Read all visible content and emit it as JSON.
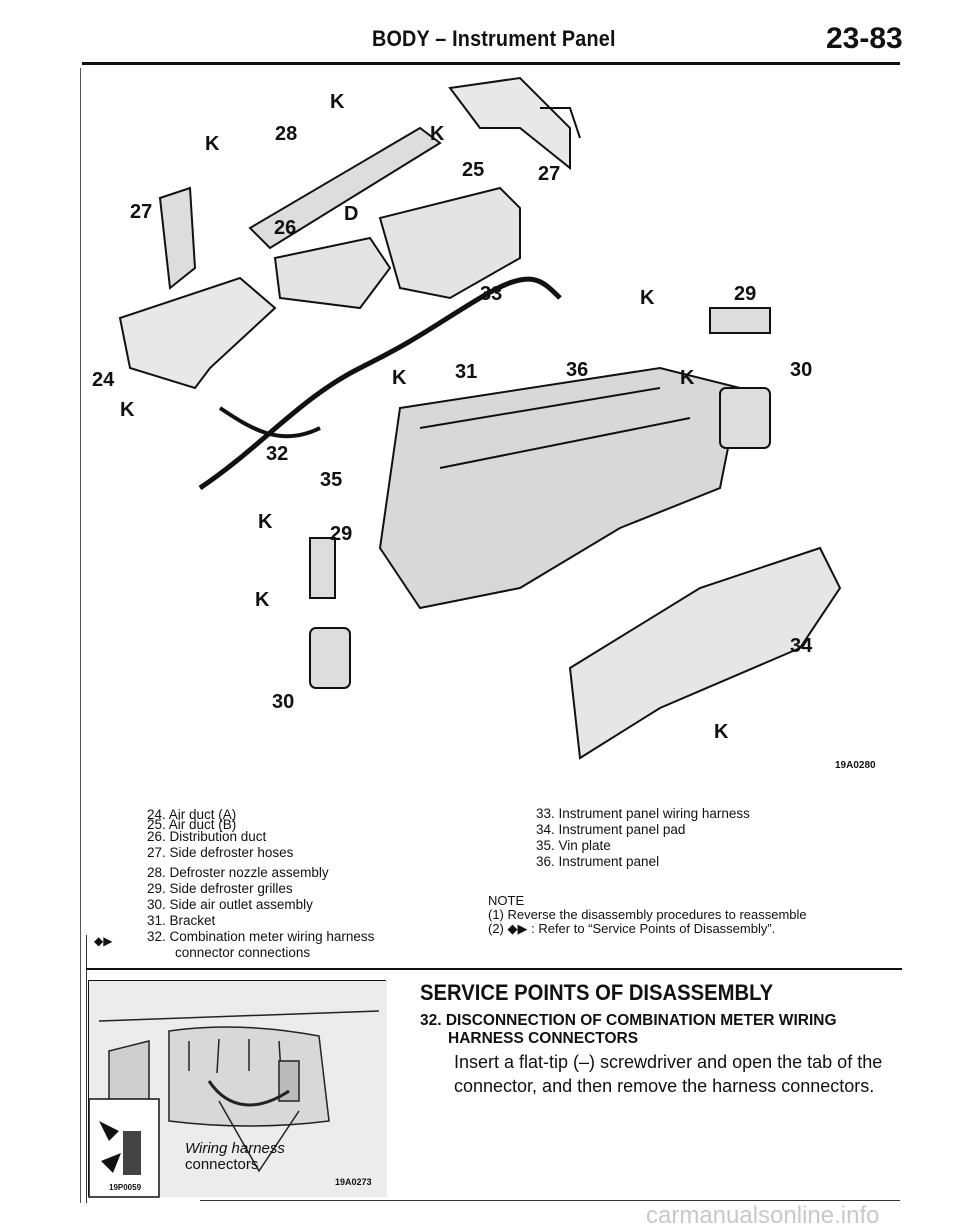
{
  "header": {
    "title": "BODY – Instrument Panel",
    "page_number": "23-83"
  },
  "diagram": {
    "id_label": "19A0280",
    "callouts": [
      {
        "num": "24"
      },
      {
        "num": "25"
      },
      {
        "num": "26"
      },
      {
        "num": "27"
      },
      {
        "num": "27"
      },
      {
        "num": "28"
      },
      {
        "num": "29"
      },
      {
        "num": "29"
      },
      {
        "num": "30"
      },
      {
        "num": "30"
      },
      {
        "num": "31"
      },
      {
        "num": "32"
      },
      {
        "num": "33"
      },
      {
        "num": "34"
      },
      {
        "num": "35"
      },
      {
        "num": "36"
      }
    ],
    "marker_k": "K",
    "marker_d": "D"
  },
  "legend_left": [
    "24. Air duct (A)",
    "25. Air duct (B)",
    "26. Distribution duct",
    "27. Side defroster hoses",
    "28. Defroster nozzle assembly",
    "29. Side defroster grilles",
    "30. Side air outlet assembly",
    "31. Bracket",
    "32. Combination meter wiring harness",
    "connector connections"
  ],
  "legend_right": [
    "33. Instrument panel wiring harness",
    "34. Instrument panel pad",
    "35. Vin plate",
    "36. Instrument panel"
  ],
  "reference_symbol": "◆▶",
  "note": {
    "heading": "NOTE",
    "line1": "(1) Reverse the disassembly procedures to reassemble",
    "line2": "(2) ◆▶ : Refer to “Service Points of Disassembly”."
  },
  "photo": {
    "label_line1": "Wiring harness",
    "label_line2": "connectors",
    "id_left": "19P0059",
    "id_right": "19A0273"
  },
  "section": {
    "title": "SERVICE POINTS OF DISASSEMBLY",
    "subtitle_line1": "32. DISCONNECTION OF COMBINATION METER WIRING",
    "subtitle_line2": "HARNESS CONNECTORS",
    "body": "Insert a flat-tip (–) screwdriver and open the tab of the connector, and then remove the harness connectors."
  },
  "watermark": "carmanualsonline.info"
}
